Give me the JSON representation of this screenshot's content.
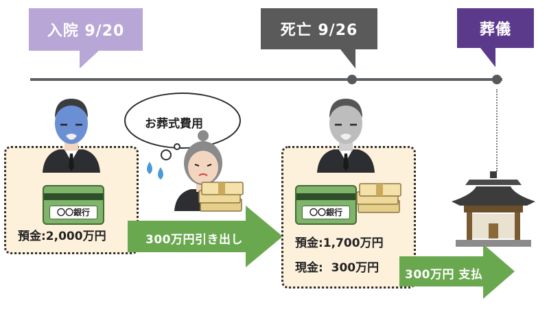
{
  "timeline": {
    "admission_label": "入院 9/20",
    "death_label": "死亡 9/26",
    "funeral_label": "葬儀"
  },
  "before": {
    "card_label": "〇〇銀行",
    "deposit_label": "預金:2,000万円"
  },
  "thought": {
    "text": "お葬式費用"
  },
  "withdraw_arrow": {
    "label": "300万円引き出し"
  },
  "after": {
    "card_label": "〇〇銀行",
    "deposit_label": "預金:1,700万円",
    "cash_label": "現金:  300万円"
  },
  "pay_arrow": {
    "label": "300万円 支払"
  },
  "colors": {
    "admission": "#b8a6d6",
    "death": "#5a5a5a",
    "funeral": "#5b3a8c",
    "arrow": "#6aa84f",
    "panel": "#fdf1dc"
  }
}
